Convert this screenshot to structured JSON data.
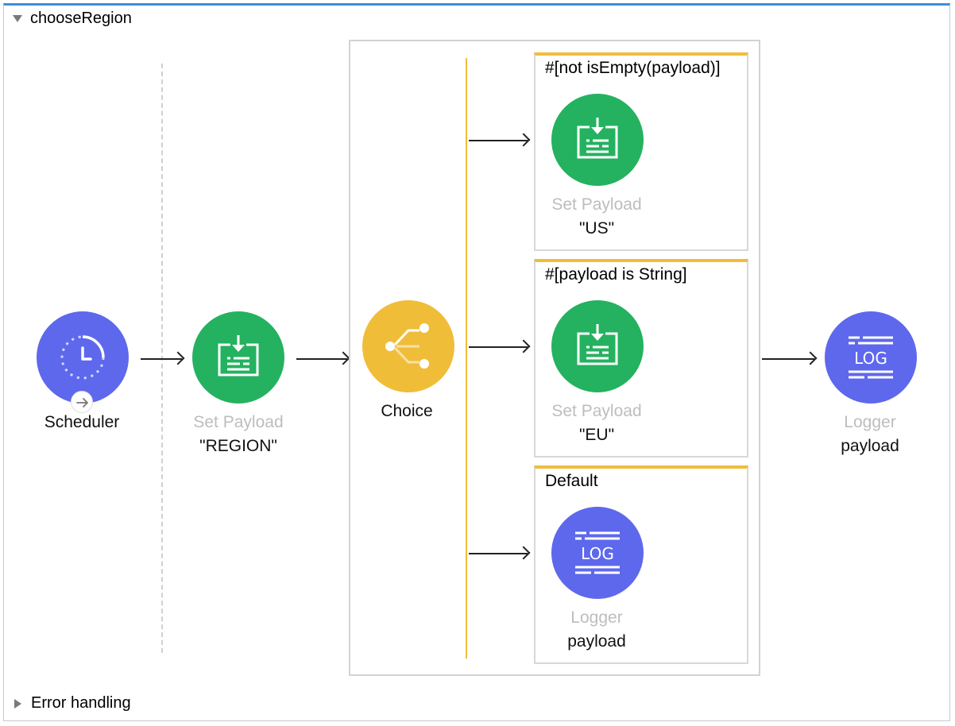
{
  "flow": {
    "name": "chooseRegion",
    "error_handling_label": "Error handling"
  },
  "scheduler": {
    "label": "Scheduler",
    "icon": "clock-icon"
  },
  "set_payload_region": {
    "title": "Set Payload",
    "value": "\"REGION\"",
    "icon": "set-payload-icon"
  },
  "choice": {
    "label": "Choice",
    "icon": "choice-icon"
  },
  "routes": [
    {
      "condition": "#[not isEmpty(payload)]",
      "title": "Set Payload",
      "value": "\"US\"",
      "icon": "set-payload-icon"
    },
    {
      "condition": "#[payload is String]",
      "title": "Set Payload",
      "value": "\"EU\"",
      "icon": "set-payload-icon"
    },
    {
      "condition": "Default",
      "title": "Logger",
      "value": "payload",
      "icon": "logger-icon"
    }
  ],
  "logger_main": {
    "title": "Logger",
    "value": "payload",
    "icon": "logger-icon"
  },
  "colors": {
    "set_payload": "#24b260",
    "logger": "#5e68ec",
    "scheduler": "#5e68ec",
    "choice": "#f0bd39",
    "header_border": "#3b8fd8"
  },
  "logo_text": "LOG"
}
